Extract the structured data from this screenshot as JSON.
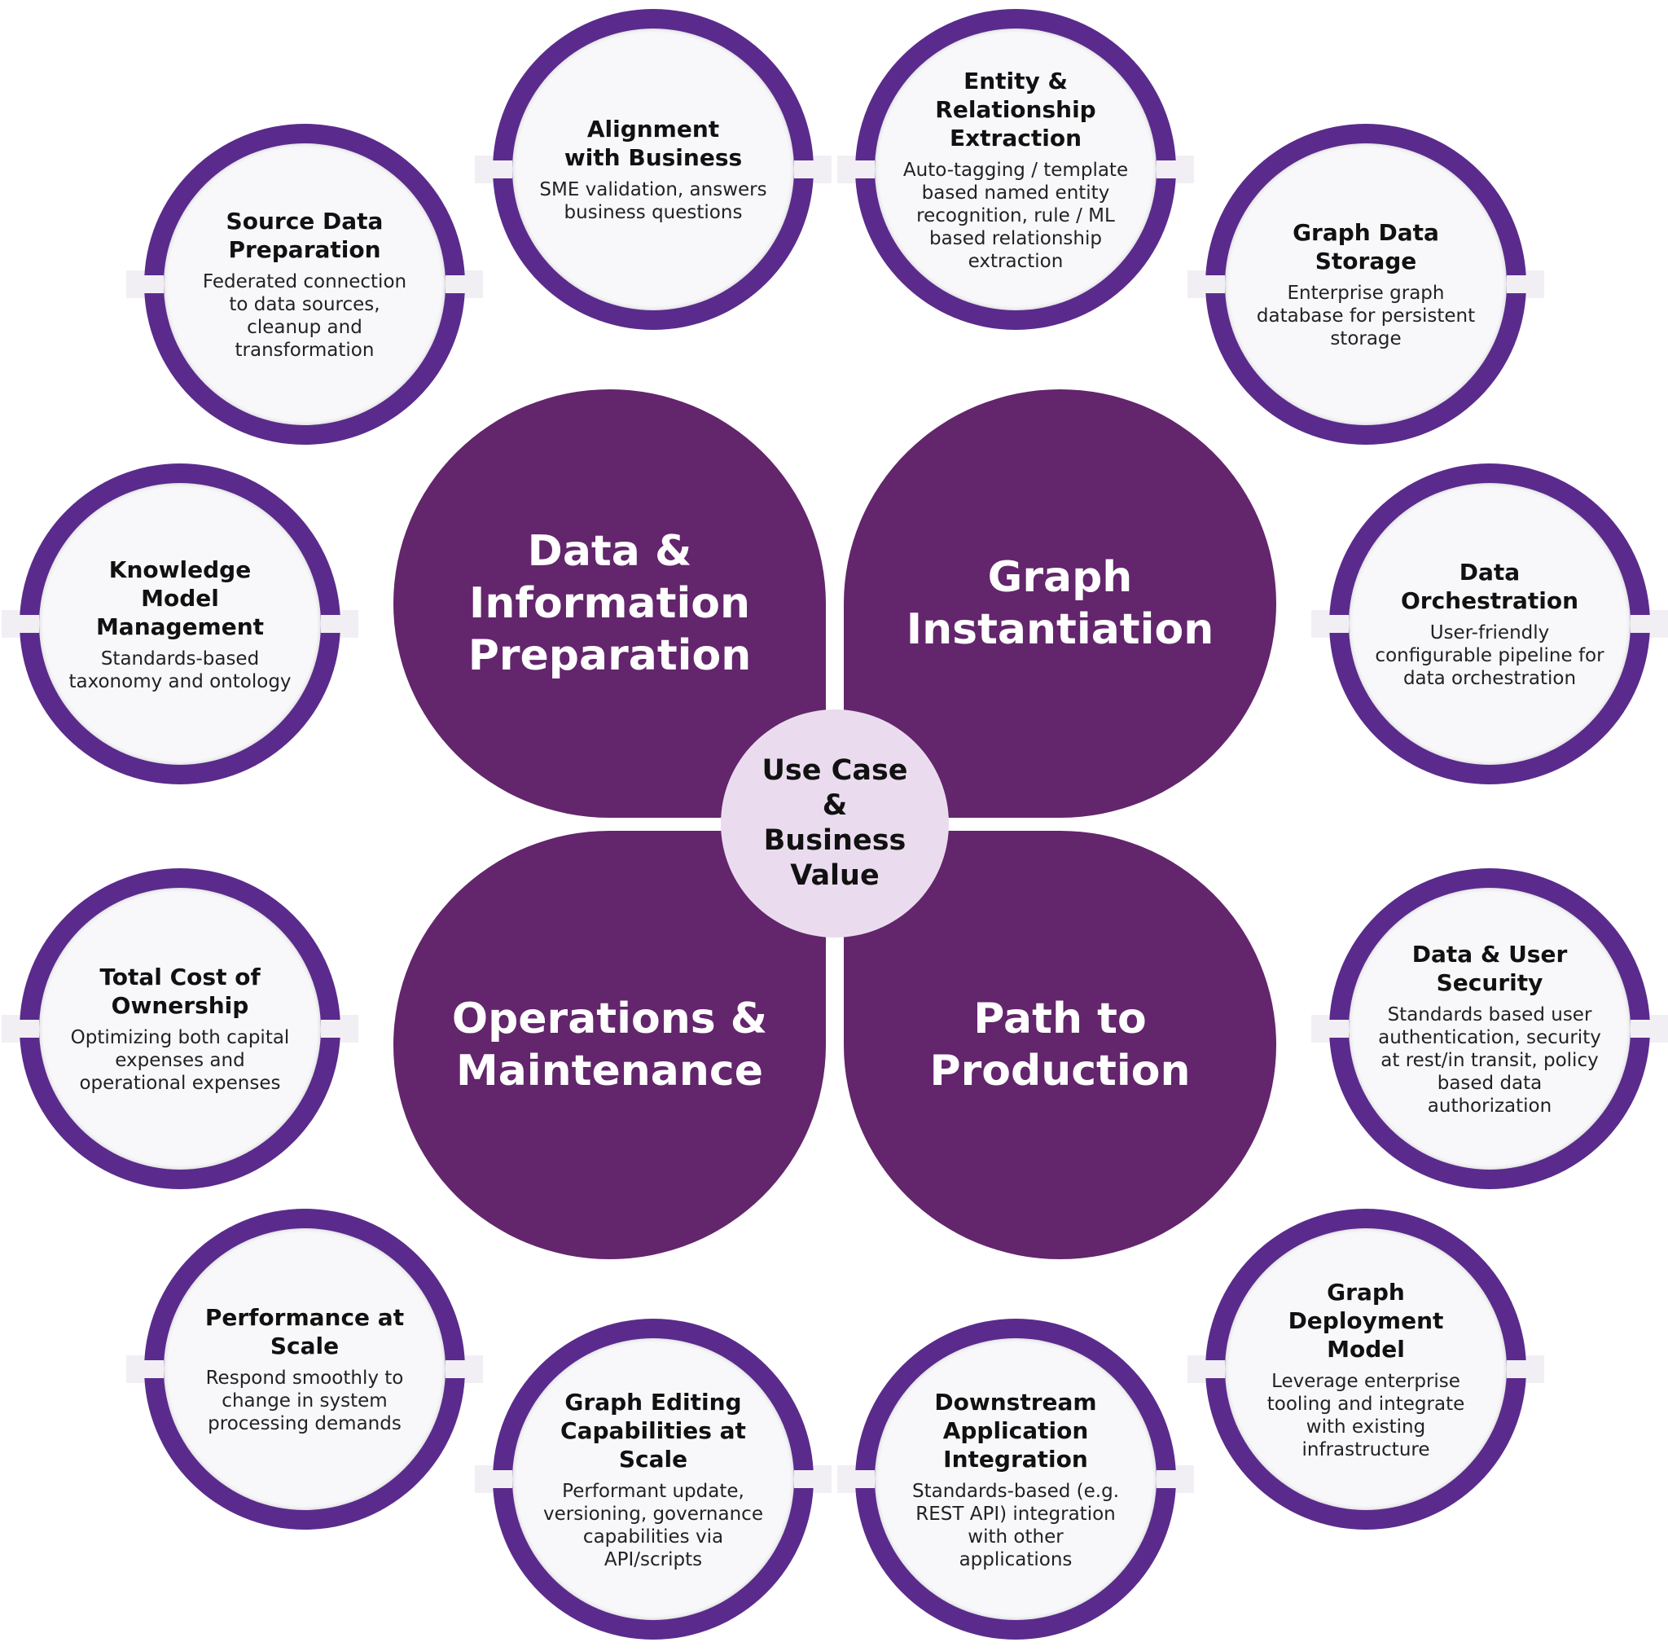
{
  "hub": {
    "label": "Use Case\n&\nBusiness\nValue"
  },
  "pillars": [
    {
      "id": "tl",
      "label": "Data &\nInformation\nPreparation"
    },
    {
      "id": "tr",
      "label": "Graph\nInstantiation"
    },
    {
      "id": "bl",
      "label": "Operations &\nMaintenance"
    },
    {
      "id": "br",
      "label": "Path to\nProduction"
    }
  ],
  "satellites": [
    {
      "id": "alignment",
      "title": "Alignment\nwith Business",
      "desc": "SME validation, answers\nbusiness questions"
    },
    {
      "id": "entity",
      "title": "Entity &\nRelationship\nExtraction",
      "desc": "Auto-tagging / template\nbased named entity\nrecognition, rule / ML\nbased relationship\nextraction"
    },
    {
      "id": "source",
      "title": "Source Data\nPreparation",
      "desc": "Federated connection\nto data sources,\ncleanup and\ntransformation"
    },
    {
      "id": "storage",
      "title": "Graph Data\nStorage",
      "desc": "Enterprise graph\ndatabase for persistent\nstorage"
    },
    {
      "id": "knowledge",
      "title": "Knowledge\nModel\nManagement",
      "desc": "Standards-based\ntaxonomy and ontology"
    },
    {
      "id": "orchestration",
      "title": "Data\nOrchestration",
      "desc": "User-friendly\nconfigurable pipeline for\ndata orchestration"
    },
    {
      "id": "tco",
      "title": "Total Cost of\nOwnership",
      "desc": "Optimizing both capital\nexpenses and\noperational expenses"
    },
    {
      "id": "security",
      "title": "Data & User\nSecurity",
      "desc": "Standards based user\nauthentication, security\nat rest/in transit, policy\nbased data\nauthorization"
    },
    {
      "id": "performance",
      "title": "Performance at\nScale",
      "desc": "Respond smoothly to\nchange in system\nprocessing demands"
    },
    {
      "id": "deployment",
      "title": "Graph\nDeployment\nModel",
      "desc": "Leverage enterprise\ntooling and integrate\nwith existing\ninfrastructure"
    },
    {
      "id": "editing",
      "title": "Graph Editing\nCapabilities at\nScale",
      "desc": "Performant update,\nversioning, governance\ncapabilities via\nAPI/scripts"
    },
    {
      "id": "downstream",
      "title": "Downstream\nApplication\nIntegration",
      "desc": "Standards-based (e.g.\nREST API) integration\nwith other\napplications"
    }
  ],
  "colors": {
    "petal": "#63256c",
    "ring": "#5a2b8c",
    "hub": "#eadcee"
  }
}
